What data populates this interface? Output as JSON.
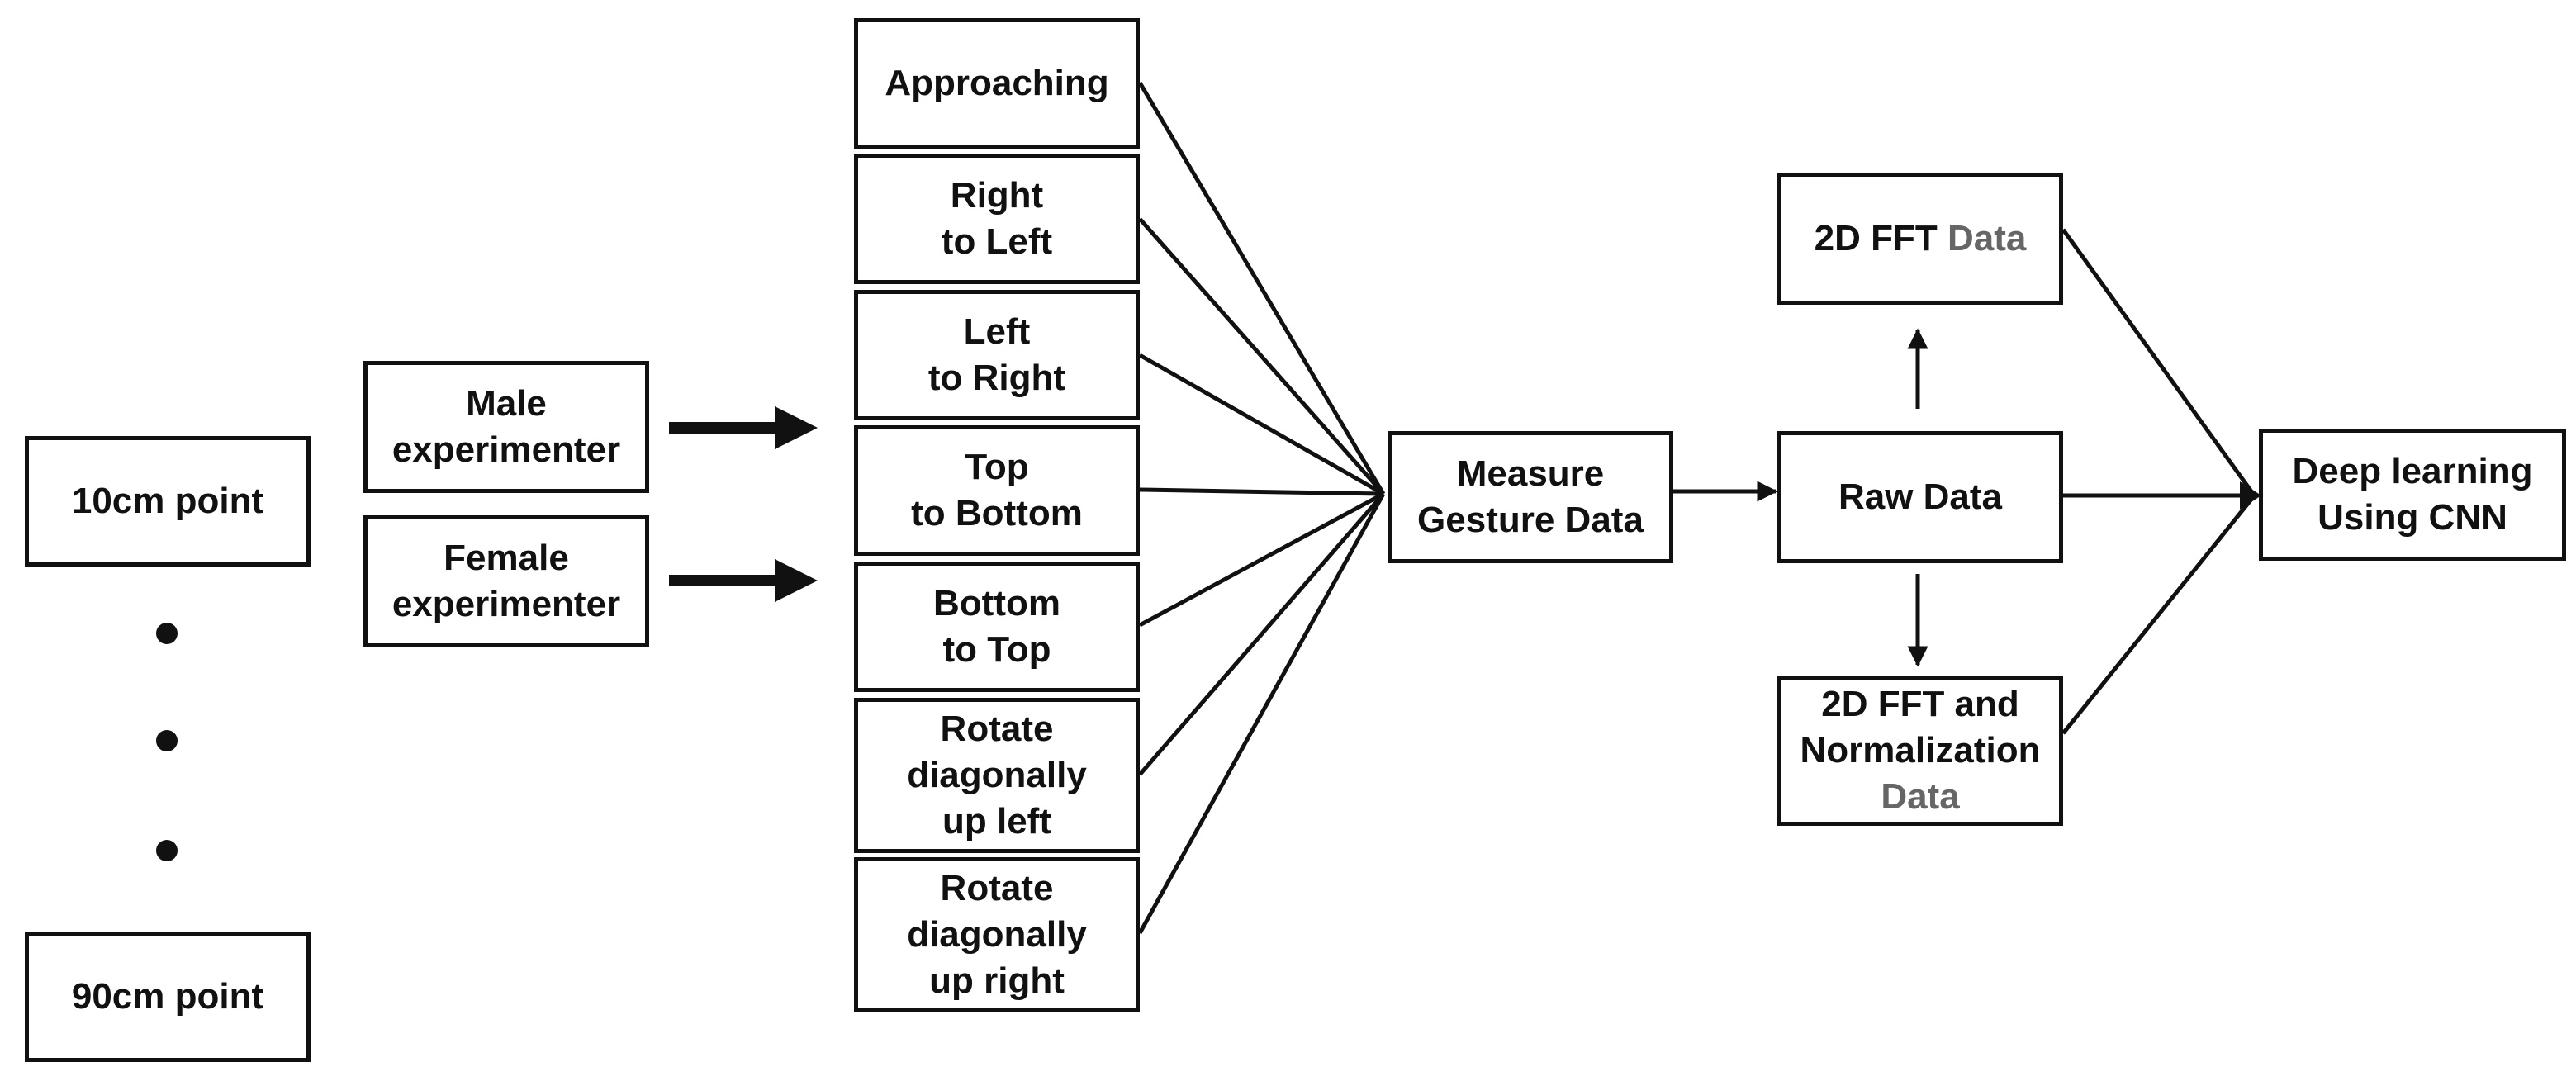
{
  "distance_points": {
    "start": "10cm point",
    "end": "90cm point"
  },
  "experimenters": [
    "Male experimenter",
    "Female experimenter"
  ],
  "gestures": [
    [
      "Approaching"
    ],
    [
      "Right",
      "to Left"
    ],
    [
      "Left",
      "to Right"
    ],
    [
      "Top",
      "to Bottom"
    ],
    [
      "Bottom",
      "to Top"
    ],
    [
      "Rotate",
      "diagonally",
      "up left"
    ],
    [
      "Rotate",
      "diagonally",
      "up right"
    ]
  ],
  "measure": [
    "Measure",
    "Gesture Data"
  ],
  "raw": "Raw Data",
  "fft": {
    "prefix": "2D FFT",
    "suffix": "Data"
  },
  "fft_norm": {
    "line1": "2D FFT and",
    "line2": "Normalization",
    "line3": "Data"
  },
  "deep": [
    "Deep learning",
    "Using CNN"
  ]
}
